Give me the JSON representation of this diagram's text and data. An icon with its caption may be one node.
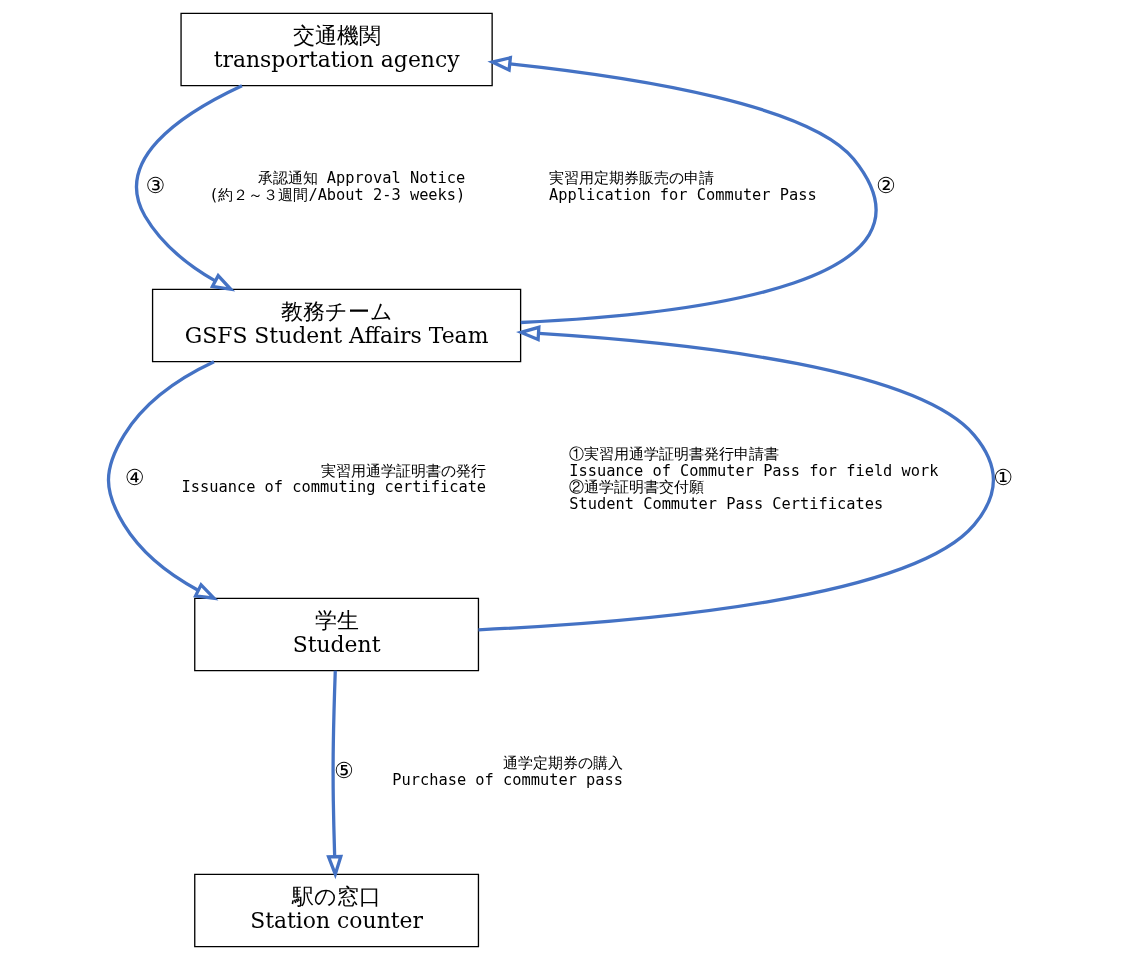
{
  "diagram": {
    "nodes": [
      {
        "text": [
          "交通機関",
          "transportation agency"
        ]
      },
      {
        "text": [
          "教務チーム",
          "GSFS Student Affairs Team"
        ]
      },
      {
        "text": [
          "学生",
          "Student"
        ]
      },
      {
        "text": [
          "駅の窓口",
          "Station counter"
        ]
      }
    ],
    "edges": [
      {
        "from": 0,
        "to": 1,
        "arrow": "to",
        "label": "③"
      },
      {
        "from": 1,
        "to": 0,
        "arrow": "to",
        "label": "②"
      },
      {
        "from": 1,
        "to": 2,
        "arrow": "to",
        "label": "④"
      },
      {
        "from": 2,
        "to": 1,
        "arrow": "to",
        "label": "①"
      },
      {
        "from": 2,
        "to": 3,
        "arrow": "to",
        "label": "⑤"
      }
    ],
    "labels": [
      "承認通知 Approval Notice",
      "(約２～３週間/About 2-3 weeks)",
      "実習用定期券販売の申請",
      "Application for Commuter Pass",
      "実習用通学証明書の発行",
      "Issuance of commuting certificate",
      "①実習用通学証明書発行申請書",
      "Issuance of Commuter Pass for field work",
      "②通学証明書交付願",
      "Student Commuter Pass Certificates",
      "通学定期券の購入",
      "Purchase of commuter pass"
    ]
  }
}
